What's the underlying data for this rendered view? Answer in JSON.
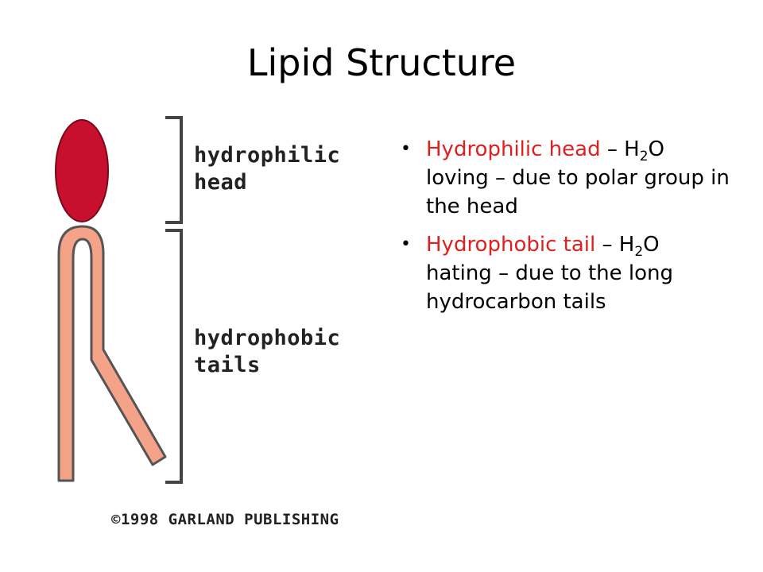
{
  "title": "Lipid Structure",
  "diagram": {
    "head_label_line1": "hydrophilic",
    "head_label_line2": "head",
    "tail_label_line1": "hydrophobic",
    "tail_label_line2": "tails",
    "copyright": "©1998 GARLAND PUBLISHING",
    "colors": {
      "head": "#c8102e",
      "tail": "#f4a288",
      "outline": "#444444"
    }
  },
  "bullets": [
    {
      "term": "Hydrophilic head",
      "dash": " – H",
      "sub": "2",
      "text": "O loving – due to polar group in the head"
    },
    {
      "term": "Hydrophobic tail",
      "dash": " – H",
      "sub": "2",
      "text": "O hating – due to the long hydrocarbon tails"
    }
  ],
  "colors": {
    "accent": "#e0201f"
  }
}
